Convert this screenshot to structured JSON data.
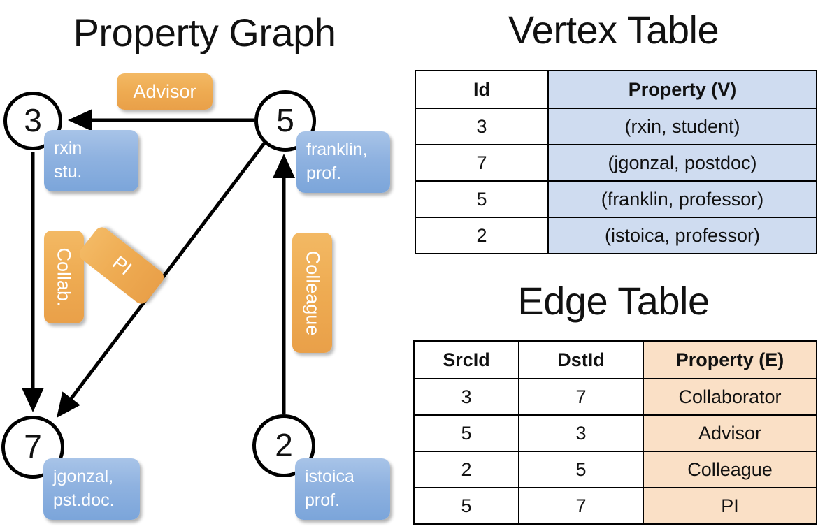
{
  "titles": {
    "property_graph": "Property Graph",
    "vertex_table": "Vertex Table",
    "edge_table": "Edge Table"
  },
  "graph": {
    "nodes": [
      {
        "id": "3",
        "property_lines": [
          "rxin",
          "stu."
        ]
      },
      {
        "id": "5",
        "property_lines": [
          "franklin,",
          "prof."
        ]
      },
      {
        "id": "7",
        "property_lines": [
          "jgonzal,",
          "pst.doc."
        ]
      },
      {
        "id": "2",
        "property_lines": [
          "istoica",
          "prof."
        ]
      }
    ],
    "edge_labels": [
      {
        "name": "advisor",
        "text": "Advisor",
        "from": "5",
        "to": "3"
      },
      {
        "name": "collab",
        "text": "Collab.",
        "from": "3",
        "to": "7"
      },
      {
        "name": "pi",
        "text": "PI",
        "from": "5",
        "to": "7"
      },
      {
        "name": "colleague",
        "text": "Colleague",
        "from": "2",
        "to": "5"
      }
    ]
  },
  "vertex_table": {
    "headers": [
      "Id",
      "Property (V)"
    ],
    "rows": [
      {
        "id": "3",
        "property": "(rxin, student)"
      },
      {
        "id": "7",
        "property": "(jgonzal, postdoc)"
      },
      {
        "id": "5",
        "property": "(franklin, professor)"
      },
      {
        "id": "2",
        "property": "(istoica, professor)"
      }
    ]
  },
  "edge_table": {
    "headers": [
      "SrcId",
      "DstId",
      "Property (E)"
    ],
    "rows": [
      {
        "src": "3",
        "dst": "7",
        "property": "Collaborator"
      },
      {
        "src": "5",
        "dst": "3",
        "property": "Advisor"
      },
      {
        "src": "2",
        "dst": "5",
        "property": "Colleague"
      },
      {
        "src": "5",
        "dst": "7",
        "property": "PI"
      }
    ]
  },
  "colors": {
    "vertex_property_fill": "#cfdcf0",
    "edge_property_fill": "#fae0c6",
    "node_callout_blue": "#8fb2e0",
    "edge_label_orange": "#eeab52",
    "stroke": "#000000",
    "background": "#ffffff"
  }
}
